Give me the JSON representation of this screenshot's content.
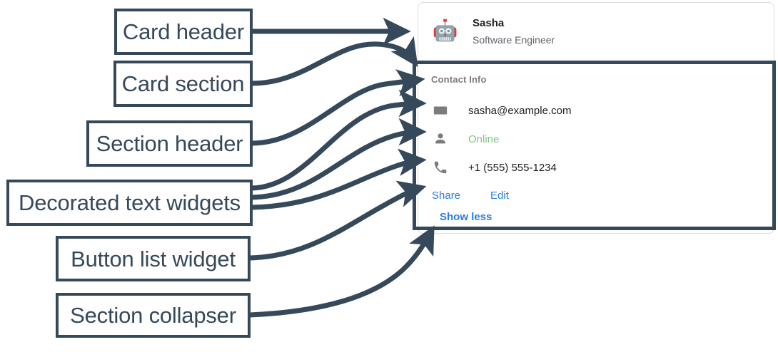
{
  "annotations": [
    {
      "label": "Card header",
      "name": "callout-card-header"
    },
    {
      "label": "Card section",
      "name": "callout-card-section"
    },
    {
      "label": "Section header",
      "name": "callout-section-header"
    },
    {
      "label": "Decorated text widgets",
      "name": "callout-decorated-text-widgets"
    },
    {
      "label": "Button list widget",
      "name": "callout-button-list-widget"
    },
    {
      "label": "Section collapser",
      "name": "callout-section-collapser"
    }
  ],
  "card": {
    "header": {
      "avatar_icon": "robot-avatar-icon",
      "title": "Sasha",
      "subtitle": "Software Engineer"
    },
    "section": {
      "header": "Contact Info",
      "rows": [
        {
          "icon": "email-icon",
          "text": "sasha@example.com",
          "style": "default"
        },
        {
          "icon": "person-icon",
          "text": "Online",
          "style": "online"
        },
        {
          "icon": "phone-icon",
          "text": "+1 (555) 555-1234",
          "style": "default"
        }
      ],
      "buttons": [
        {
          "label": "Share",
          "name": "share-button"
        },
        {
          "label": "Edit",
          "name": "edit-button"
        }
      ],
      "collapser": "Show less"
    }
  },
  "colors": {
    "annotation": "#36495a",
    "link": "#2b7de9",
    "online": "#81c784",
    "muted": "#5f6368",
    "section_header": "#7a7a7a",
    "card_border": "#dcdcdc"
  }
}
